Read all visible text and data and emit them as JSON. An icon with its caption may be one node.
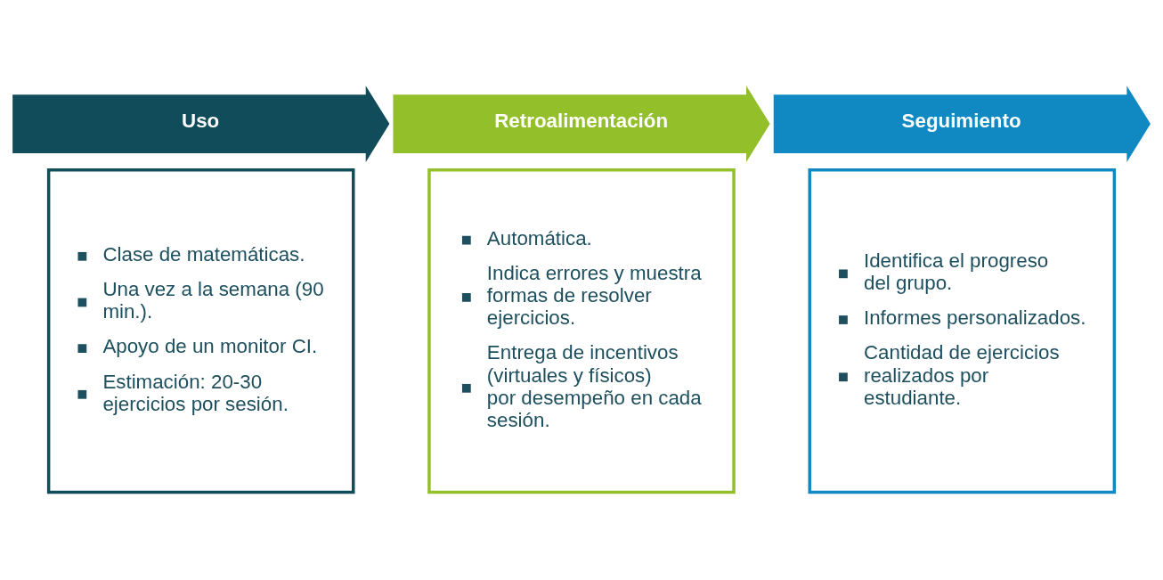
{
  "diagram": {
    "nodes": [
      {
        "text": [
          "Uso"
        ]
      },
      {
        "text": [
          "Clase de matemáticas.",
          "Una vez a la semana (90 min.).",
          "Apoyo de un monitor CI.",
          "Estimación: 20-30 ejercicios por sesión."
        ]
      },
      {
        "text": [
          "Retroalimentación"
        ]
      },
      {
        "text": [
          "Automática.",
          "Indica errores y muestra formas de resolver ejercicios.",
          "Entrega de incentivos (virtuales y físicos) por desempeño en cada sesión."
        ]
      },
      {
        "text": [
          "Seguimiento"
        ]
      },
      {
        "text": [
          "Identifica el progreso del grupo.",
          "Informes personalizados.",
          "Cantidad de ejercicios realizados por estudiante."
        ]
      }
    ]
  }
}
